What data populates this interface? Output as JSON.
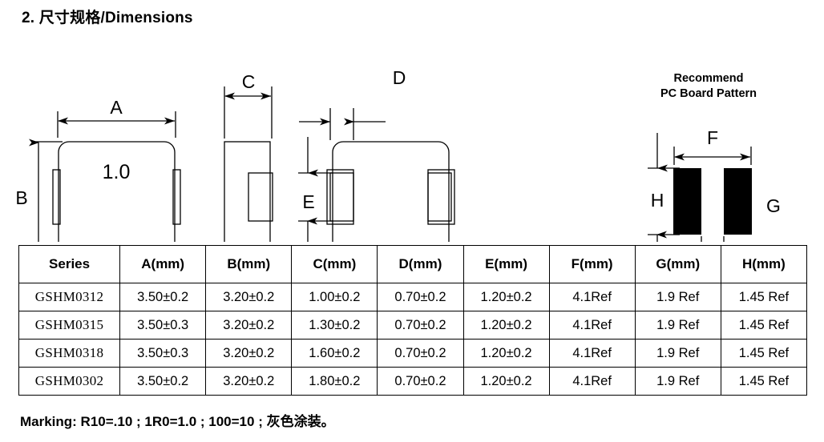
{
  "document": {
    "section_number": "2.",
    "title": "2.  尺寸规格/Dimensions",
    "marking_note": "Marking: R10=.10 ; 1R0=1.0 ; 100=10 ; 灰色涂装。"
  },
  "drawings": {
    "top_view": {
      "part_marking": "1.0",
      "dimension_labels": {
        "width": "A",
        "height": "B"
      }
    },
    "side_view": {
      "dimension_labels": {
        "thickness": "C"
      }
    },
    "bottom_view": {
      "dimension_labels": {
        "terminal_offset": "D",
        "terminal_height": "E"
      }
    },
    "pcb_pattern": {
      "caption_line1": "Recommend",
      "caption_line2": "PC Board Pattern",
      "dimension_labels": {
        "pad_span": "F",
        "pad_gap": "G",
        "pad_height": "H"
      },
      "pad_color": "#000000"
    }
  },
  "table": {
    "columns": [
      "Series",
      "A(mm)",
      "B(mm)",
      "C(mm)",
      "D(mm)",
      "E(mm)",
      "F(mm)",
      "G(mm)",
      "H(mm)"
    ],
    "rows": [
      [
        "GSHM0312",
        "3.50±0.2",
        "3.20±0.2",
        "1.00±0.2",
        "0.70±0.2",
        "1.20±0.2",
        "4.1Ref",
        "1.9 Ref",
        "1.45 Ref"
      ],
      [
        "GSHM0315",
        "3.50±0.3",
        "3.20±0.2",
        "1.30±0.2",
        "0.70±0.2",
        "1.20±0.2",
        "4.1Ref",
        "1.9 Ref",
        "1.45 Ref"
      ],
      [
        "GSHM0318",
        "3.50±0.3",
        "3.20±0.2",
        "1.60±0.2",
        "0.70±0.2",
        "1.20±0.2",
        "4.1Ref",
        "1.9 Ref",
        "1.45 Ref"
      ],
      [
        "GSHM0302",
        "3.50±0.2",
        "3.20±0.2",
        "1.80±0.2",
        "0.70±0.2",
        "1.20±0.2",
        "4.1Ref",
        "1.9 Ref",
        "1.45 Ref"
      ]
    ]
  },
  "colors": {
    "line": "#000000",
    "background": "#ffffff",
    "pad_fill": "#000000"
  }
}
